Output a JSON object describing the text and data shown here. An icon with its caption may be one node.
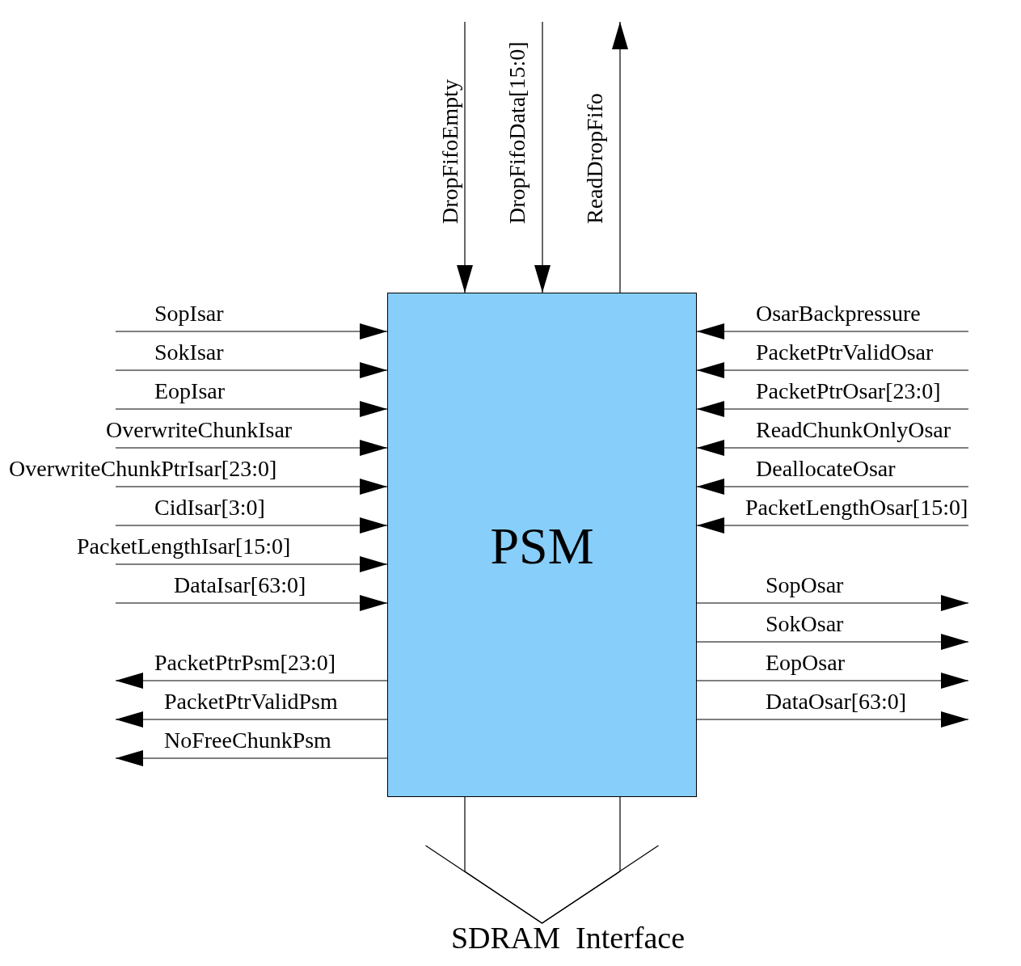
{
  "diagram": {
    "nodes": [
      {
        "text": [
          "PSM"
        ]
      },
      {
        "text": [
          "SDRAM  Interface"
        ]
      }
    ],
    "edges": [
      {
        "from": null,
        "to": 0,
        "arrow": "to",
        "label": "SopIsar"
      },
      {
        "from": null,
        "to": 0,
        "arrow": "to",
        "label": "SokIsar"
      },
      {
        "from": null,
        "to": 0,
        "arrow": "to",
        "label": "EopIsar"
      },
      {
        "from": null,
        "to": 0,
        "arrow": "to",
        "label": "OverwriteChunkIsar"
      },
      {
        "from": null,
        "to": 0,
        "arrow": "to",
        "label": "OverwriteChunkPtrIsar[23:0]"
      },
      {
        "from": null,
        "to": 0,
        "arrow": "to",
        "label": "CidIsar[3:0]"
      },
      {
        "from": null,
        "to": 0,
        "arrow": "to",
        "label": "PacketLengthIsar[15:0]"
      },
      {
        "from": null,
        "to": 0,
        "arrow": "to",
        "label": "DataIsar[63:0]"
      },
      {
        "from": 0,
        "to": null,
        "arrow": "to",
        "label": "PacketPtrPsm[23:0]"
      },
      {
        "from": 0,
        "to": null,
        "arrow": "to",
        "label": "PacketPtrValidPsm"
      },
      {
        "from": 0,
        "to": null,
        "arrow": "to",
        "label": "NoFreeChunkPsm"
      },
      {
        "from": null,
        "to": 0,
        "arrow": "to",
        "label": "OsarBackpressure"
      },
      {
        "from": null,
        "to": 0,
        "arrow": "to",
        "label": "PacketPtrValidOsar"
      },
      {
        "from": null,
        "to": 0,
        "arrow": "to",
        "label": "PacketPtrOsar[23:0]"
      },
      {
        "from": null,
        "to": 0,
        "arrow": "to",
        "label": "ReadChunkOnlyOsar"
      },
      {
        "from": null,
        "to": 0,
        "arrow": "to",
        "label": "DeallocateOsar"
      },
      {
        "from": null,
        "to": 0,
        "arrow": "to",
        "label": "PacketLengthOsar[15:0]"
      },
      {
        "from": 0,
        "to": null,
        "arrow": "to",
        "label": "SopOsar"
      },
      {
        "from": 0,
        "to": null,
        "arrow": "to",
        "label": "SokOsar"
      },
      {
        "from": 0,
        "to": null,
        "arrow": "to",
        "label": "EopOsar"
      },
      {
        "from": 0,
        "to": null,
        "arrow": "to",
        "label": "DataOsar[63:0]"
      },
      {
        "from": null,
        "to": 0,
        "arrow": "to",
        "label": "DropFifoEmpty"
      },
      {
        "from": null,
        "to": 0,
        "arrow": "to",
        "label": "DropFifoData[15:0]"
      },
      {
        "from": 0,
        "to": null,
        "arrow": "to",
        "label": "ReadDropFifo"
      },
      {
        "from": 0,
        "to": 1,
        "arrow": "to"
      }
    ]
  }
}
